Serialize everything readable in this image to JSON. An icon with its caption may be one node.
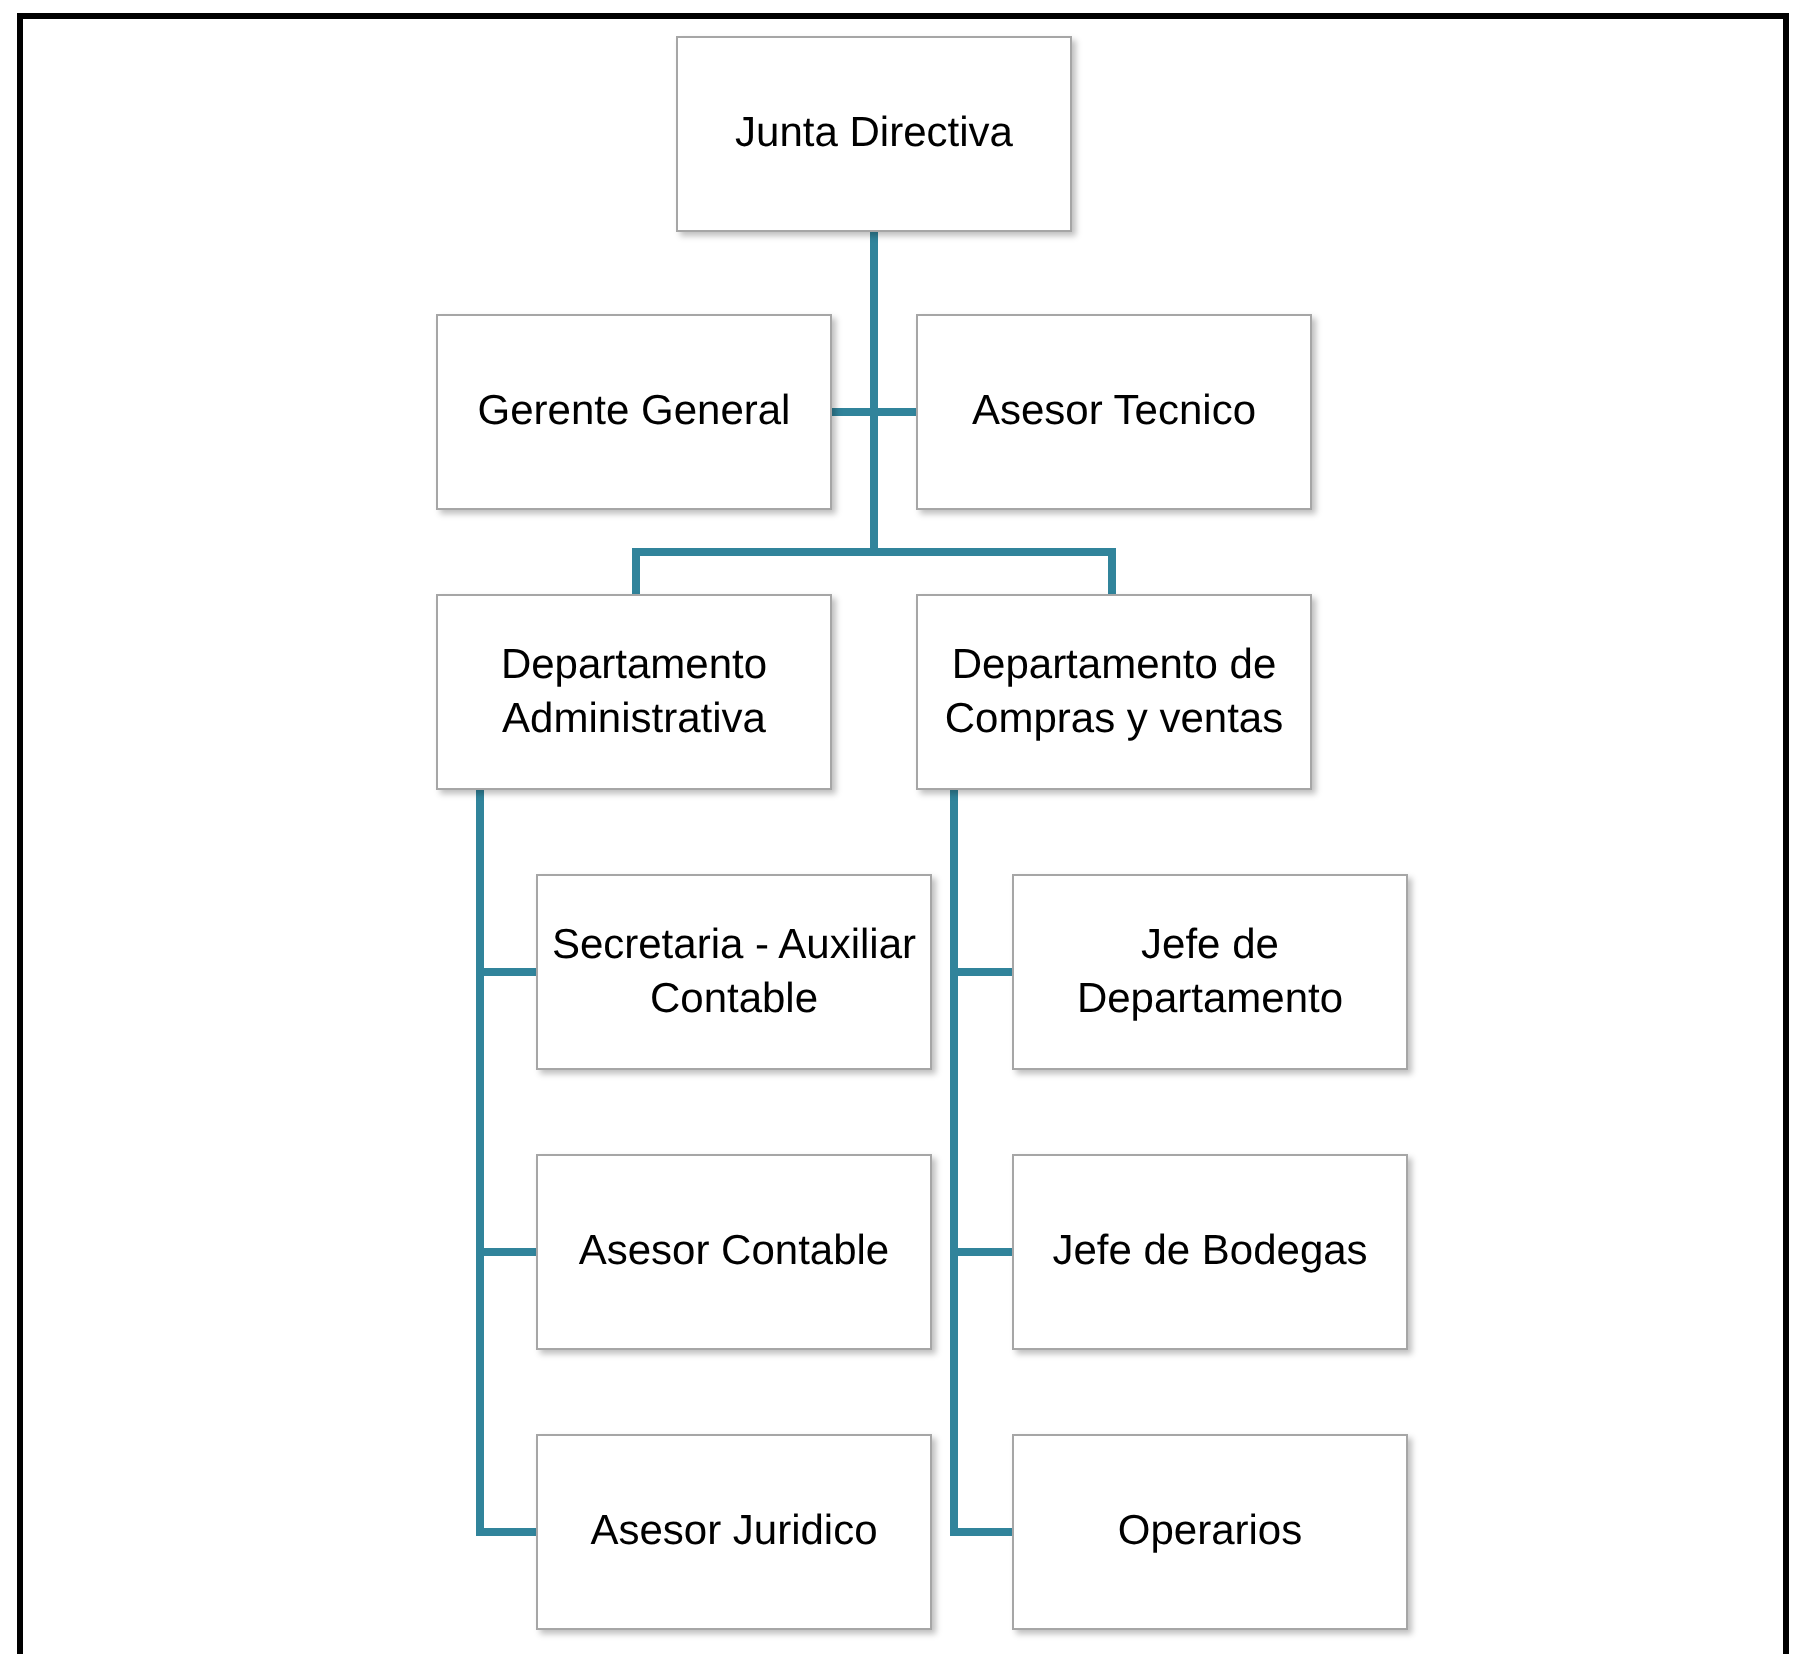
{
  "diagram": {
    "nodes": [
      {
        "text": [
          "Junta Directiva"
        ]
      },
      {
        "text": [
          "Gerente General"
        ]
      },
      {
        "text": [
          "Asesor Tecnico"
        ]
      },
      {
        "text": [
          "Departamento Administrativa"
        ]
      },
      {
        "text": [
          "Departamento de Compras y ventas"
        ]
      },
      {
        "text": [
          "Secretaria - Auxiliar Contable"
        ]
      },
      {
        "text": [
          "Asesor Contable"
        ]
      },
      {
        "text": [
          "Asesor Juridico"
        ]
      },
      {
        "text": [
          "Jefe de Departamento"
        ]
      },
      {
        "text": [
          "Jefe de Bodegas"
        ]
      },
      {
        "text": [
          "Operarios"
        ]
      }
    ],
    "edges": [
      {
        "from": 0,
        "to": 1,
        "arrow": "none"
      },
      {
        "from": 0,
        "to": 2,
        "arrow": "none"
      },
      {
        "from": 0,
        "to": 3,
        "arrow": "none"
      },
      {
        "from": 0,
        "to": 4,
        "arrow": "none"
      },
      {
        "from": 3,
        "to": 5,
        "arrow": "none"
      },
      {
        "from": 3,
        "to": 6,
        "arrow": "none"
      },
      {
        "from": 3,
        "to": 7,
        "arrow": "none"
      },
      {
        "from": 4,
        "to": 8,
        "arrow": "none"
      },
      {
        "from": 4,
        "to": 9,
        "arrow": "none"
      },
      {
        "from": 4,
        "to": 10,
        "arrow": "none"
      }
    ]
  }
}
